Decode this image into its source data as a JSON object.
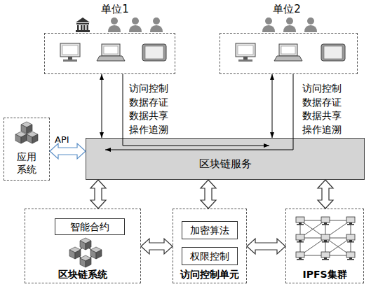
{
  "diagram": {
    "nodes": [
      {
        "text": [
          "单位1"
        ]
      },
      {
        "text": [
          "单位2"
        ]
      },
      {
        "text": [
          "应用 系统"
        ]
      },
      {
        "text": [
          "区块链服务"
        ]
      },
      {
        "text": [
          "区块链系统"
        ]
      },
      {
        "text": [
          "智能合约"
        ],
        "in": 4
      },
      {
        "text": [
          "访问控制单元"
        ]
      },
      {
        "text": [
          "加密算法"
        ],
        "in": 6
      },
      {
        "text": [
          "权限控制"
        ],
        "in": 6
      },
      {
        "text": [
          "IPFS集群"
        ]
      }
    ],
    "edges": [
      {
        "from": 0,
        "to": 3,
        "arrow": "both",
        "label": "访问控制 数据存证 数据共享 操作追溯"
      },
      {
        "from": 1,
        "to": 3,
        "arrow": "both",
        "label": "访问控制 数据存证 数据共享 操作追溯"
      },
      {
        "from": 2,
        "to": 3,
        "arrow": "both",
        "label": "API"
      },
      {
        "from": 3,
        "to": 4,
        "arrow": "both"
      },
      {
        "from": 3,
        "to": 6,
        "arrow": "both"
      },
      {
        "from": 3,
        "to": 9,
        "arrow": "both"
      },
      {
        "from": 4,
        "to": 6,
        "arrow": "both"
      },
      {
        "from": 6,
        "to": 9,
        "arrow": "both"
      }
    ]
  }
}
